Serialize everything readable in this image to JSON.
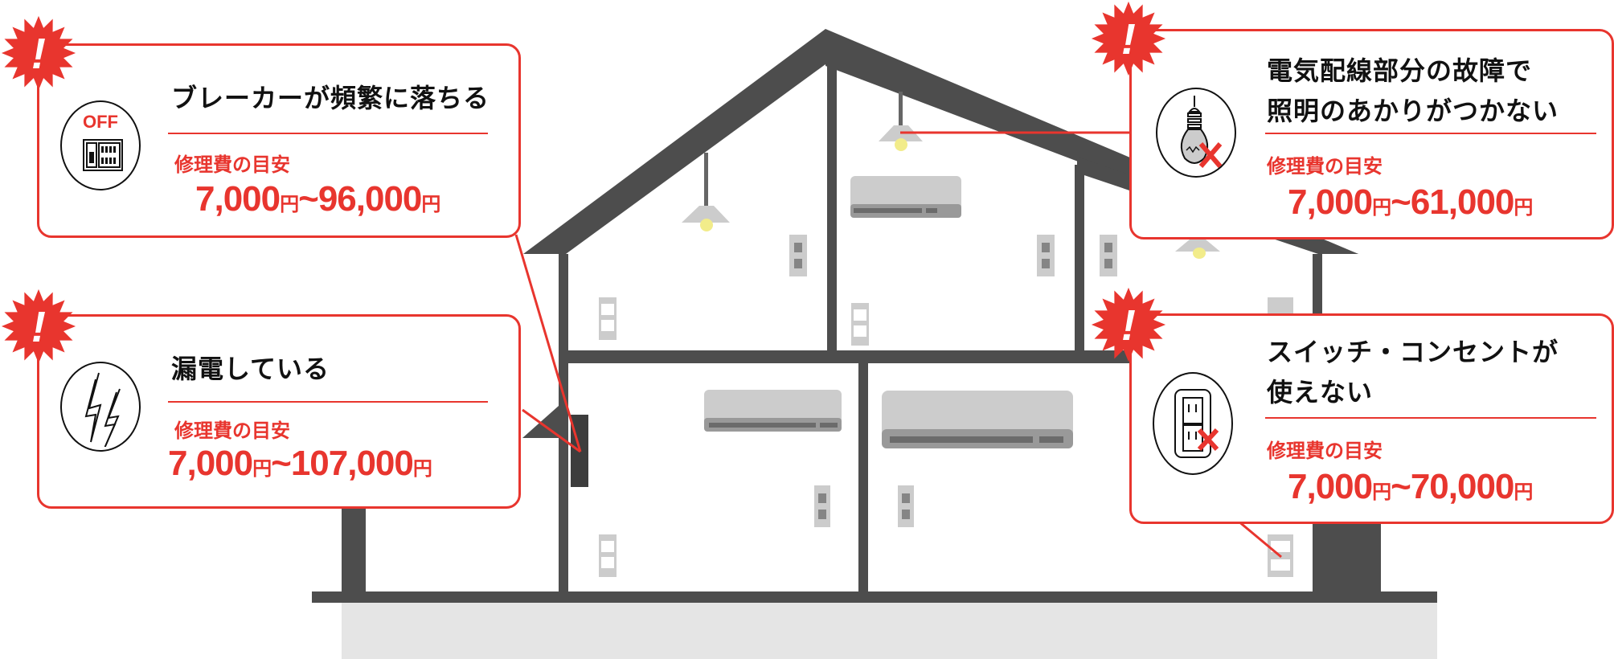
{
  "colors": {
    "accent": "#e8352e",
    "house": "#4d4d4d",
    "ground": "#e5e5e5",
    "fixture": "#cccccc",
    "fixture_dark": "#999999",
    "bulb": "#f2ec8a"
  },
  "callouts": [
    {
      "id": "breaker",
      "icon": "breaker-off-icon",
      "icon_text": "OFF",
      "title_lines": [
        "ブレーカーが頻繁に落ちる"
      ],
      "sublabel": "修理費の目安",
      "price_min": "7,000",
      "price_max": "96,000",
      "currency": "円",
      "separator": "~"
    },
    {
      "id": "leakage",
      "icon": "lightning-icon",
      "title_lines": [
        "漏電している"
      ],
      "sublabel": "修理費の目安",
      "price_min": "7,000",
      "price_max": "107,000",
      "currency": "円",
      "separator": "~"
    },
    {
      "id": "lighting",
      "icon": "broken-bulb-icon",
      "title_lines": [
        "電気配線部分の故障で",
        "照明のあかりがつかない"
      ],
      "sublabel": "修理費の目安",
      "price_min": "7,000",
      "price_max": "61,000",
      "currency": "円",
      "separator": "~"
    },
    {
      "id": "outlet",
      "icon": "broken-outlet-icon",
      "title_lines": [
        "スイッチ・コンセントが",
        "使えない"
      ],
      "sublabel": "修理費の目安",
      "price_min": "7,000",
      "price_max": "70,000",
      "currency": "円",
      "separator": "~"
    }
  ],
  "badge_symbol": "!"
}
